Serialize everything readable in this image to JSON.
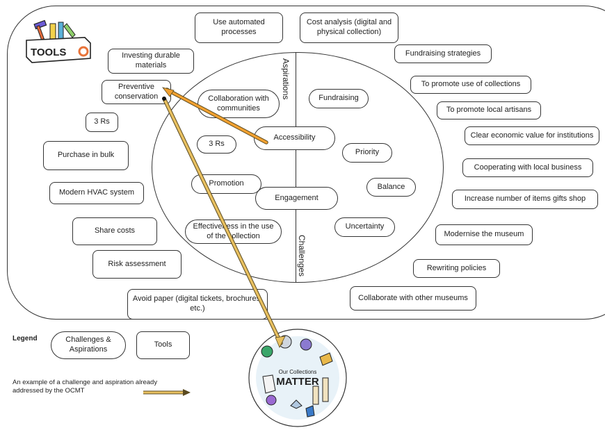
{
  "tools_logo": {
    "text": "TOOLS"
  },
  "ellipse_labels": {
    "aspirations": "Aspirations",
    "challenges": "Challenges"
  },
  "outer_boxes": {
    "use_automated": "Use automated processes",
    "cost_analysis": "Cost analysis (digital and physical collection)",
    "investing_durable": "Investing durable materials",
    "fundraising_strategies": "Fundraising strategies",
    "preventive_conservation": "Preventive conservation",
    "promote_collections": "To promote use of collections",
    "promote_artisans": "To promote local artisans",
    "three_rs": "3 Rs",
    "clear_economic": "Clear economic value for institutions",
    "purchase_bulk": "Purchase in bulk",
    "cooperating_local": "Cooperating with local business",
    "modern_hvac": "Modern HVAC system",
    "increase_items": "Increase number of items gifts shop",
    "share_costs": "Share costs",
    "modernise": "Modernise the museum",
    "risk_assessment": "Risk assessment",
    "rewriting_policies": "Rewriting policies",
    "avoid_paper": "Avoid paper (digital tickets, brochures, etc.)",
    "collaborate_museums": "Collaborate with other museums"
  },
  "inner_pills": {
    "collab_communities": "Collaboration with communities",
    "fundraising": "Fundraising",
    "accessibility": "Accessibility",
    "three_rs": "3 Rs",
    "priority": "Priority",
    "promotion": "Promotion",
    "balance": "Balance",
    "engagement": "Engagement",
    "uncertainty": "Uncertainty",
    "effectiveness": "Effectiveness in the use of the collection"
  },
  "legend": {
    "title": "Legend",
    "challenges_aspirations": "Challenges & Aspirations",
    "tools": "Tools",
    "example_text": "An example of a challenge and aspiration already addressed by the OCMT"
  },
  "ocmt_logo": {
    "line1": "Our Collections",
    "line2": "MATTER"
  },
  "colors": {
    "arrow_orange": "#f0a030",
    "arrow_gold": "#e8c060",
    "arrow_edge": "#5a4a20"
  }
}
